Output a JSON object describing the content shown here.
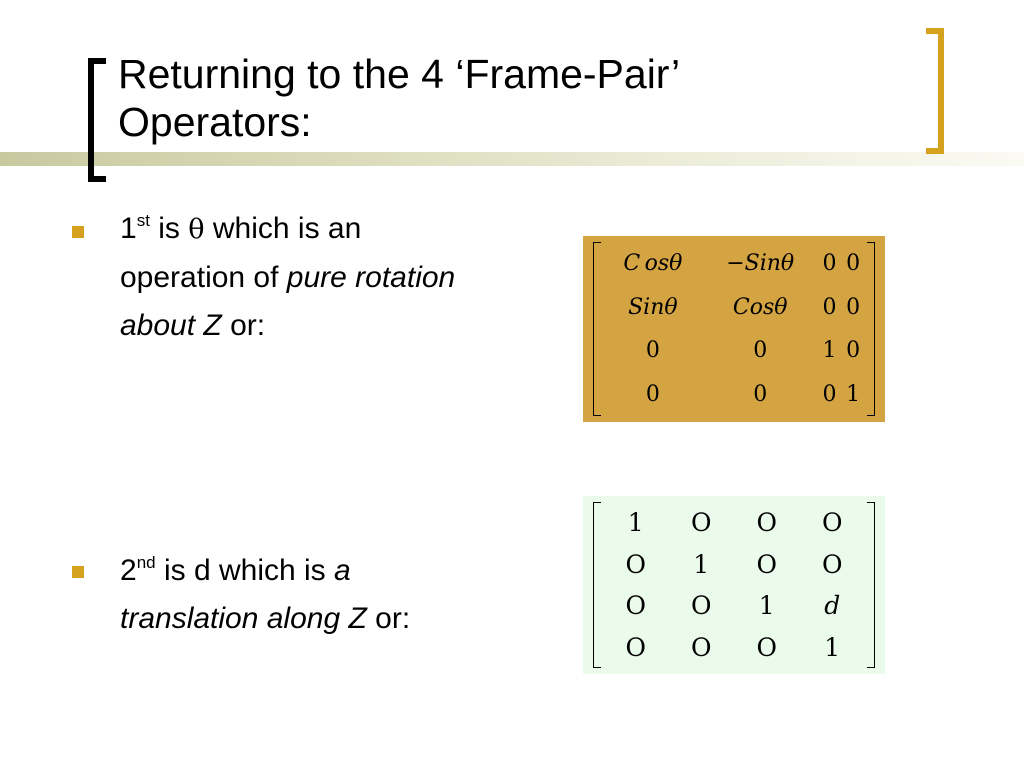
{
  "title": {
    "line1": "Returning to the 4 ‘Frame-Pair’",
    "line2": "Operators:"
  },
  "bullets": [
    {
      "ordinal": "1",
      "suffix": "st",
      "pre": " is ",
      "symbol": "θ",
      "mid": " which is an operation of ",
      "italic": "pure rotation about Z",
      "post": " or:"
    },
    {
      "ordinal": "2",
      "suffix": "nd",
      "pre": " is d which is ",
      "italic": "a translation along Z",
      "post": " or:"
    }
  ],
  "matrices": {
    "rotation": [
      [
        "C osθ",
        "−Sinθ",
        "0",
        "0"
      ],
      [
        "Sinθ",
        "Cosθ",
        "0",
        "0"
      ],
      [
        "0",
        "0",
        "1",
        "0"
      ],
      [
        "0",
        "0",
        "0",
        "1"
      ]
    ],
    "translation": [
      [
        "1",
        "O",
        "O",
        "O"
      ],
      [
        "O",
        "1",
        "O",
        "O"
      ],
      [
        "O",
        "O",
        "1",
        "d"
      ],
      [
        "O",
        "O",
        "O",
        "1"
      ]
    ]
  },
  "colors": {
    "accent": "#d4a21e",
    "rotation_matrix_bg": "#d4a443",
    "translation_matrix_bg": "#ebfbeb"
  }
}
